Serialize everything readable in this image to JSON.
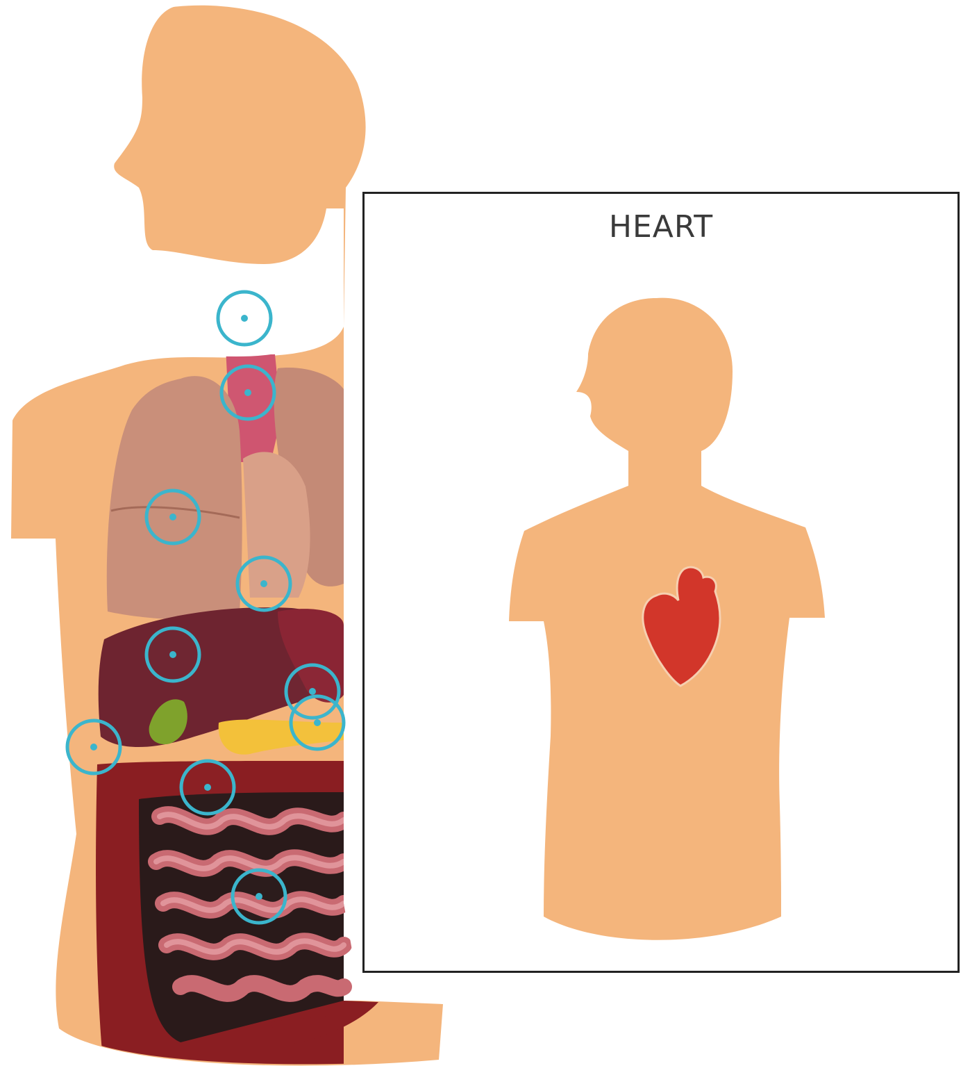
{
  "panel": {
    "title": "HEART",
    "organ_icon": "heart-icon"
  },
  "hotspots": [
    {
      "id": "thyroid",
      "icon": "hotspot-ring-icon"
    },
    {
      "id": "trachea",
      "icon": "hotspot-ring-icon"
    },
    {
      "id": "lung",
      "icon": "hotspot-ring-icon"
    },
    {
      "id": "heart",
      "icon": "hotspot-ring-icon"
    },
    {
      "id": "liver",
      "icon": "hotspot-ring-icon"
    },
    {
      "id": "stomach",
      "icon": "hotspot-ring-icon"
    },
    {
      "id": "pancreas",
      "icon": "hotspot-ring-icon"
    },
    {
      "id": "large-intestine",
      "icon": "hotspot-ring-icon"
    },
    {
      "id": "duodenum",
      "icon": "hotspot-ring-icon"
    },
    {
      "id": "small-intestine",
      "icon": "hotspot-ring-icon"
    }
  ],
  "colors": {
    "skin": "#f4b57c",
    "lung": "#c98f7a",
    "liver": "#6e2430",
    "intestine_small": "#c96a72",
    "intestine_large": "#8a1e22",
    "heart": "#d2362a",
    "pancreas": "#f3c13a",
    "gallbladder": "#7fa22c",
    "hotspot": "#3bb5cc",
    "panel_border": "#222222"
  }
}
